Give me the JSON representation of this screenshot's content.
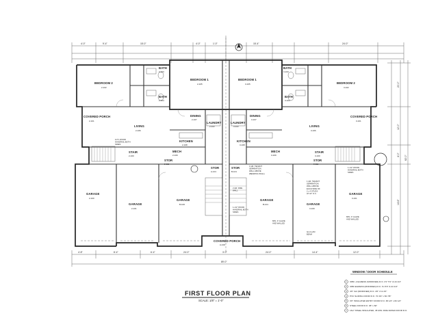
{
  "title": {
    "main": "FIRST FLOOR PLAN",
    "scale": "SCALE: 1/8\" = 1'-0\""
  },
  "rooms": [
    {
      "key": "bed2_l",
      "label": "BEDROOM 2",
      "tag": "2-102"
    },
    {
      "key": "bath_l1",
      "label": "BATH",
      "tag": "2-103"
    },
    {
      "key": "bath_l2",
      "label": "BATH",
      "tag": "2-104"
    },
    {
      "key": "bed1_l",
      "label": "BEDROOM 1",
      "tag": "2-105"
    },
    {
      "key": "bed1_r",
      "label": "BEDROOM 1",
      "tag": "3-105"
    },
    {
      "key": "bath_r1",
      "label": "BATH",
      "tag": "3-103"
    },
    {
      "key": "bath_r2",
      "label": "BATH",
      "tag": "3-104"
    },
    {
      "key": "bed2_r",
      "label": "BEDROOM 2",
      "tag": "3-102"
    },
    {
      "key": "cp_l",
      "label": "COVERED PORCH",
      "tag": "2-101"
    },
    {
      "key": "living_l",
      "label": "LIVING",
      "tag": "2-106"
    },
    {
      "key": "dining_l",
      "label": "DINING",
      "tag": "2-107"
    },
    {
      "key": "laundry_l",
      "label": "LAUNDRY",
      "tag": "2-110"
    },
    {
      "key": "laundry_r",
      "label": "LAUNDRY",
      "tag": "3-110"
    },
    {
      "key": "dining_r",
      "label": "DINING",
      "tag": "3-107"
    },
    {
      "key": "living_r",
      "label": "LIVING",
      "tag": "3-106"
    },
    {
      "key": "cp_r",
      "label": "COVERED PORCH",
      "tag": "3-101"
    },
    {
      "key": "kitchen_l",
      "label": "KITCHEN",
      "tag": "2-108"
    },
    {
      "key": "kitchen_r",
      "label": "KITCHEN",
      "tag": "3-108"
    },
    {
      "key": "mech_l",
      "label": "MECH",
      "tag": "2-109"
    },
    {
      "key": "mech_r",
      "label": "MECH",
      "tag": "3-109"
    },
    {
      "key": "stair_l",
      "label": "STAIR",
      "tag": "2-100"
    },
    {
      "key": "stair_r",
      "label": "STAIR",
      "tag": "3-100"
    },
    {
      "key": "stor_l",
      "label": "STOR",
      "tag": "2-111"
    },
    {
      "key": "stor_cl",
      "label": "STOR",
      "tag": "A-101"
    },
    {
      "key": "stor_cr",
      "label": "STOR",
      "tag": "B-101"
    },
    {
      "key": "stor_r",
      "label": "STOR",
      "tag": "3-111"
    },
    {
      "key": "garage_1",
      "label": "GARAGE",
      "tag": "2-100"
    },
    {
      "key": "garage_2",
      "label": "GARAGE",
      "tag": "2-101"
    },
    {
      "key": "garage_3",
      "label": "GARAGE",
      "tag": "B-100"
    },
    {
      "key": "garage_4",
      "label": "GARAGE",
      "tag": "B-101"
    },
    {
      "key": "garage_5",
      "label": "GARAGE",
      "tag": "3-100"
    },
    {
      "key": "garage_6",
      "label": "GARAGE",
      "tag": "3-101"
    },
    {
      "key": "cp_c",
      "label": "COVERED PORCH",
      "tag": "A-100"
    }
  ],
  "notes": [
    {
      "key": "rail_l",
      "lines": [
        "1/2\"x WOOD",
        "HANDRAIL BOTH",
        "SIDES"
      ]
    },
    {
      "key": "rail_r",
      "lines": [
        "1-1/2\" WOOD",
        "HANDRAIL BOTH",
        "SIDES"
      ]
    },
    {
      "key": "tenant_l",
      "lines": [
        "1 HR. TENANT",
        "SEPARATION",
        "WALL ABOVE",
        "(BEARING WALL)"
      ]
    },
    {
      "key": "tenant_r",
      "lines": [
        "1 HR. TENANT",
        "SEPARATION",
        "WALL ABOVE",
        "EACH SIDE OF",
        "2 x 4 STUDS",
        "AT 16\" O.C."
      ]
    },
    {
      "key": "fire_l",
      "lines": [
        "2 HR. FIRE",
        "WALL"
      ]
    },
    {
      "key": "rail_c",
      "lines": [
        "1-1/2\" WOOD",
        "HANDRAIL BOTH",
        "SIDES"
      ]
    },
    {
      "key": "glazed_l",
      "lines": [
        "MIN. 4' GLAZE",
        "AND WALLED"
      ]
    },
    {
      "key": "glazed_r",
      "lines": [
        "MIN. 4' GLAZE",
        "AND WALLED"
      ]
    },
    {
      "key": "beam",
      "lines": [
        "GLU-LAM",
        "BEAM"
      ]
    }
  ],
  "dims_top": [
    {
      "key": "t1",
      "text": "4'-0\""
    },
    {
      "key": "t2",
      "text": "9'-4\""
    },
    {
      "key": "t3",
      "text": "15'-0\""
    },
    {
      "key": "t4",
      "text": "4'-0\""
    },
    {
      "key": "t5",
      "text": "1'-0\""
    },
    {
      "key": "t6",
      "text": "15'-4\""
    },
    {
      "key": "t7",
      "text": "24'-0\""
    }
  ],
  "dims_bottom": [
    {
      "key": "b1",
      "text": "4'-8\""
    },
    {
      "key": "b2",
      "text": "8'-4\""
    },
    {
      "key": "b3",
      "text": "6'-4\""
    },
    {
      "key": "b4",
      "text": "24'-0\""
    },
    {
      "key": "b5",
      "text": "3'-0\""
    },
    {
      "key": "b6",
      "text": "24'-0\""
    },
    {
      "key": "b7",
      "text": "14'-4\""
    },
    {
      "key": "b8",
      "text": "12'-0\""
    },
    {
      "key": "overall",
      "text": "89'-0\""
    }
  ],
  "dims_side": [
    {
      "key": "s1",
      "text": "20'-0\""
    },
    {
      "key": "s2",
      "text": "12'-0\""
    },
    {
      "key": "s3",
      "text": "14'-6\""
    },
    {
      "key": "s4",
      "text": "4'-0\""
    },
    {
      "key": "s5",
      "text": "62'-0\""
    }
  ],
  "schedule": {
    "title": "WINDOW / DOOR SCHEDULE",
    "rows": [
      {
        "mark": "1",
        "text": "3050 -2 EGRESS (MODIFIED) R.O. 3'1\" 5'1\" & 44 1/4\""
      },
      {
        "mark": "2",
        "text": "3050 EGRESS (MODIFIED) R.O. 3'x 5'0\" & 44 1/4\""
      },
      {
        "mark": "3",
        "text": "4'6\" 3x4 (MODIFIED) R.O. 4'6\" 4' & 4'0\""
      },
      {
        "mark": "4",
        "text": "PVC SLIDING DOOR R.O. 72 3/4\" x 82 7/8\""
      },
      {
        "mark": "5",
        "text": "3'0\" INSULATED ENTRY DOOR R.O. 38 1/2\" x 82 1/2\""
      },
      {
        "mark": "6",
        "text": "STEEL DOOR R.O. 38\" x 82\""
      },
      {
        "mark": "7",
        "text": "16x7 STEEL INSULATED, 45 MIN. FIRE RATED DOOR R.O."
      }
    ]
  },
  "colors": {
    "ink": "#222222",
    "paper": "#ffffff"
  }
}
